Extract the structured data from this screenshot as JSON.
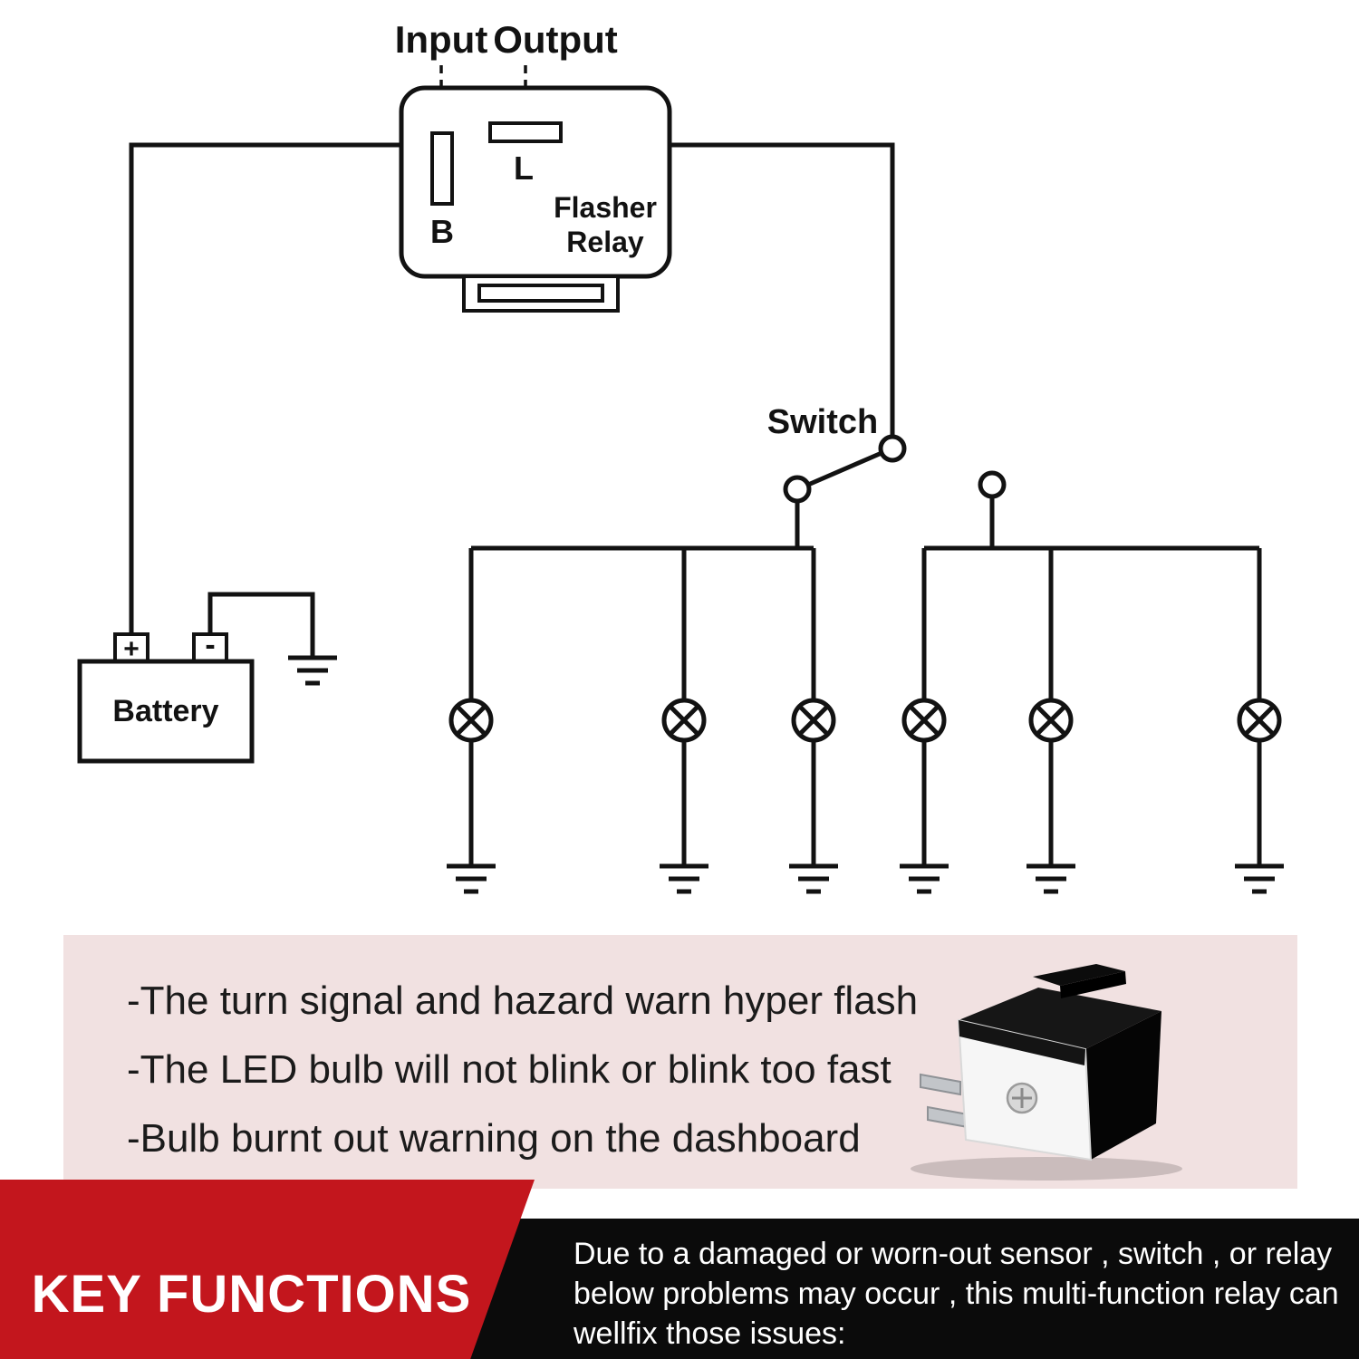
{
  "diagram": {
    "input_label": "Input",
    "output_label": "Output",
    "relay": {
      "terminal_b": "B",
      "terminal_l": "L",
      "name_line1": "Flasher",
      "name_line2": "Relay"
    },
    "battery": {
      "label": "Battery",
      "plus": "+",
      "minus": "-"
    },
    "switch_label": "Switch",
    "symbols": {
      "bulb_count_left": 3,
      "bulb_count_right": 3,
      "ground_count": 7
    }
  },
  "features": {
    "lines": [
      "-The turn signal and hazard warn hyper flash",
      "-The LED bulb will not blink or blink too fast",
      "-Bulb burnt out warning on the dashboard"
    ]
  },
  "footer": {
    "title": "KEY FUNCTIONS",
    "description_lines": [
      "Due to a damaged or worn-out sensor , switch , or relay",
      "below problems may occur , this multi-function relay can",
      "wellfix those issues:"
    ]
  },
  "colors": {
    "accent_red": "#c3161d",
    "panel_pink": "#f1e1e1",
    "footer_black": "#0b0b0b",
    "line_black": "#121212"
  }
}
